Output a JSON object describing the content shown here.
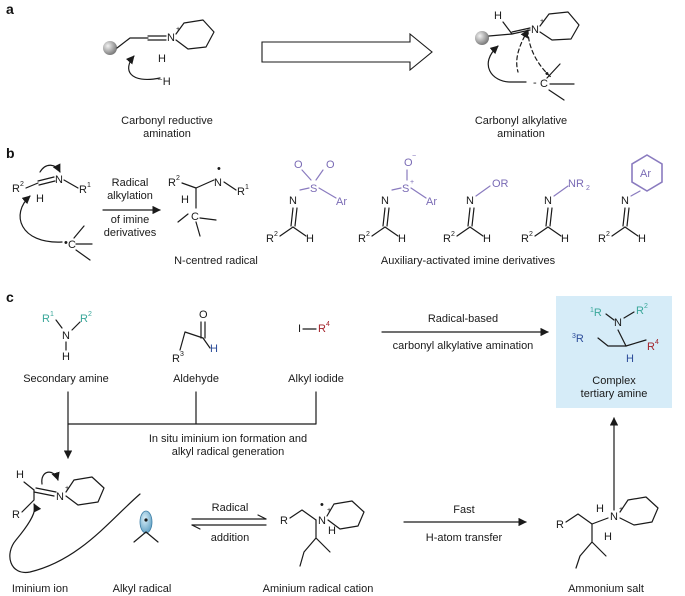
{
  "panels": {
    "a": "a",
    "b": "b",
    "c": "c"
  },
  "panel_a": {
    "left_caption": [
      "Carbonyl reductive",
      "amination"
    ],
    "right_caption": [
      "Carbonyl alkylative",
      "amination"
    ]
  },
  "panel_b": {
    "arrow_top": [
      "Radical",
      "alkylation"
    ],
    "arrow_bottom": [
      "of imine",
      "derivatives"
    ],
    "radical_caption": "N-centred radical",
    "derivatives_caption": "Auxiliary-activated imine derivatives"
  },
  "panel_c": {
    "secondary_amine": "Secondary amine",
    "aldehyde": "Aldehyde",
    "alkyl_iodide": "Alkyl iodide",
    "arrow_top": "Radical-based",
    "arrow_bottom": "carbonyl alkylative amination",
    "product": [
      "Complex",
      "tertiary amine"
    ],
    "in_situ": [
      "In situ iminium ion formation and",
      "alkyl radical generation"
    ],
    "addition_top": "Radical",
    "addition_bottom": "addition",
    "hat_top": "Fast",
    "hat_bottom": "H-atom transfer",
    "iminium": "Iminium ion",
    "alkyl_radical": "Alkyl radical",
    "aminium": "Aminium radical cation",
    "ammonium": "Ammonium salt"
  },
  "colors": {
    "purple": "#8a7bbf",
    "teal": "#3aa79a",
    "blue": "#2c4c9a",
    "red": "#a3232b",
    "highlight": "#d6ecf8"
  }
}
